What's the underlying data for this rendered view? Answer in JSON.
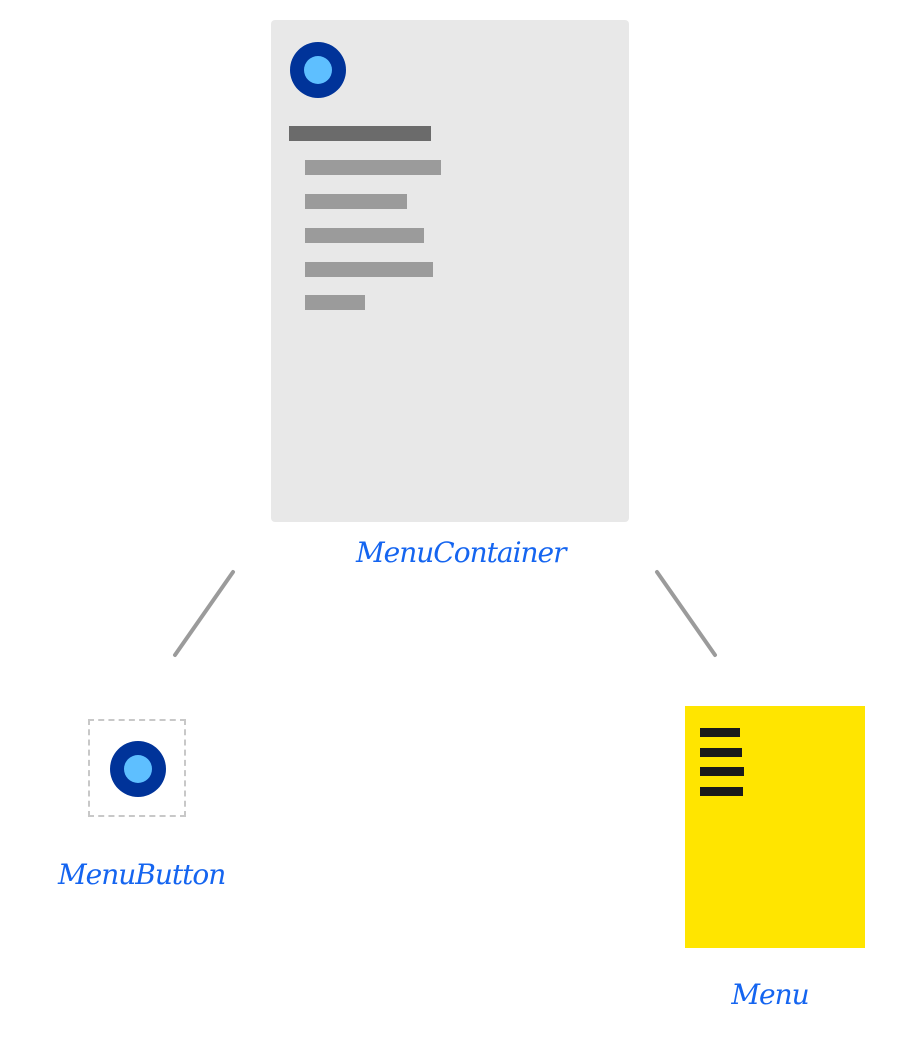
{
  "nodes": {
    "container": {
      "label": "MenuContainer",
      "panel_color": "#e8e8e8"
    },
    "button": {
      "label": "MenuButton",
      "frame_color": "#c8c8c8"
    },
    "menu": {
      "label": "Menu",
      "panel_color": "#ffe500"
    }
  },
  "icons": {
    "circle_outer_color": "#003399",
    "circle_inner_color": "#5ebfff",
    "hamburger_color": "#1a1a1a"
  },
  "colors": {
    "label_text": "#1565f0",
    "connector": "#9b9b9b",
    "heading_bar": "#6b6b6b",
    "item_bar": "#9b9b9b"
  }
}
